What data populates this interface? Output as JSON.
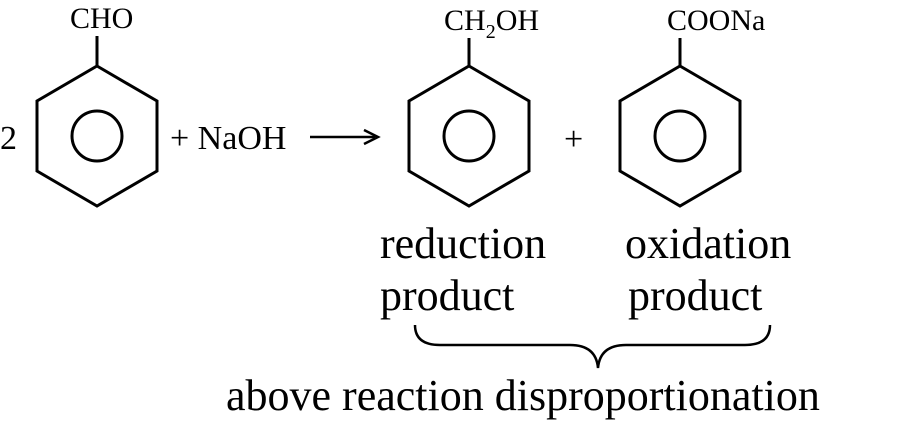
{
  "reaction": {
    "coefficient": "2",
    "reactant_substituent": "CHO",
    "plus_reagent": "+ NaOH",
    "arrow": "⟶",
    "product1_substituent_main": "CH",
    "product1_substituent_sub": "2",
    "product1_substituent_rest": "OH",
    "plus_products": "+",
    "product2_substituent": "COONa"
  },
  "labels": {
    "reduction_line1": "reduction",
    "reduction_line2": "product",
    "oxidation_line1": "oxidation",
    "oxidation_line2": "product",
    "conclusion": "above reaction disproportionation"
  }
}
